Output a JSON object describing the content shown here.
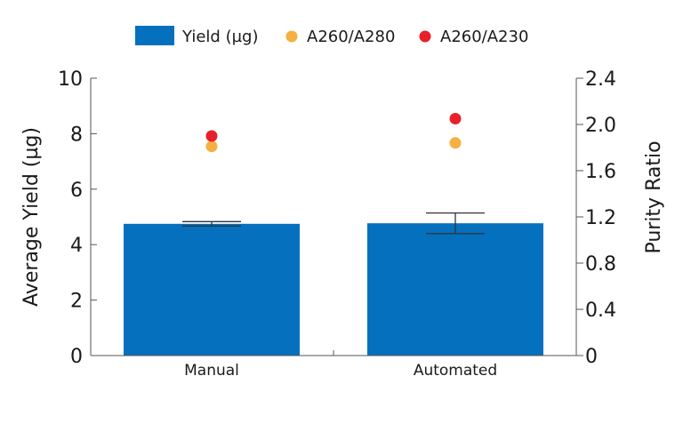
{
  "chart_data": {
    "type": "bar",
    "categories": [
      "Manual",
      "Automated"
    ],
    "xlabel": "",
    "ylabel": "Average Yield (µg)",
    "y2label": "Purity Ratio",
    "ylim": [
      0,
      10
    ],
    "y2lim": [
      0,
      2.4
    ],
    "yticks": [
      "0",
      "2",
      "4",
      "6",
      "8",
      "10"
    ],
    "y2ticks": [
      "0",
      "0.4",
      "0.8",
      "1.2",
      "1.6",
      "2.0",
      "2.4"
    ],
    "legend_position": "top",
    "grid": false,
    "series": [
      {
        "name": "Yield (µg)",
        "kind": "bar",
        "axis": "left",
        "color": "#0570bd",
        "values": [
          4.75,
          4.77
        ],
        "error": [
          0.08,
          0.37
        ]
      },
      {
        "name": "A260/A280",
        "kind": "scatter",
        "axis": "right",
        "color": "#f5b041",
        "values": [
          1.81,
          1.84
        ]
      },
      {
        "name": "A260/A230",
        "kind": "scatter",
        "axis": "right",
        "color": "#e8202a",
        "values": [
          1.9,
          2.05
        ]
      }
    ]
  }
}
